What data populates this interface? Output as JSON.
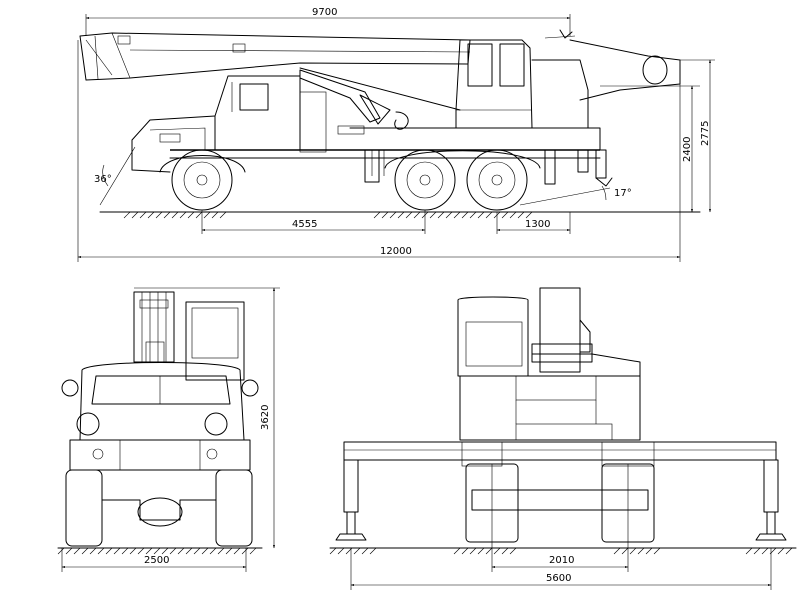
{
  "side_view": {
    "dim_boom_length": "9700",
    "dim_total_length": "12000",
    "dim_axle_spacing": "4555",
    "dim_rear_overhang": "1300",
    "dim_height_cab": "2400",
    "dim_height_total": "2775",
    "angle_front": "36°",
    "angle_rear": "17°"
  },
  "front_view": {
    "dim_width": "2500",
    "dim_height": "3620"
  },
  "rear_view": {
    "dim_track": "2010",
    "dim_outrigger_span": "5600"
  }
}
